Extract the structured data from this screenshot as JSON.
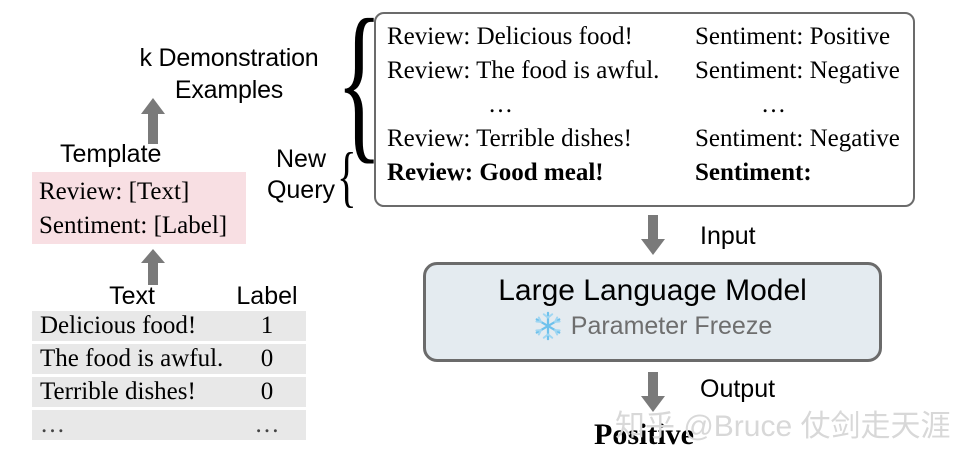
{
  "labels": {
    "demonstration": "k Demonstration Examples",
    "template": "Template",
    "new_query_line1": "New",
    "new_query_line2": "Query",
    "input": "Input",
    "output": "Output",
    "text_header": "Text",
    "label_header": "Label"
  },
  "template_box": {
    "line1": "Review: [Text]",
    "line2": "Sentiment: [Label]",
    "background_color": "#f8dfe3"
  },
  "data_table": {
    "columns": [
      "Text",
      "Label"
    ],
    "rows": [
      {
        "text": "Delicious food!",
        "label": "1"
      },
      {
        "text": "The food is awful.",
        "label": "0"
      },
      {
        "text": "Terrible dishes!",
        "label": "0"
      },
      {
        "text": "…",
        "label": "…"
      }
    ],
    "row_background": "#e8e8e8"
  },
  "prompt_box": {
    "rows": [
      {
        "review": "Review: Delicious food!",
        "sentiment": "Sentiment: Positive"
      },
      {
        "review": "Review: The food is awful.",
        "sentiment": "Sentiment: Negative"
      },
      {
        "review": "…",
        "sentiment": "…"
      },
      {
        "review": "Review: Terrible dishes!",
        "sentiment": "Sentiment: Negative"
      },
      {
        "review": "Review: Good meal!",
        "sentiment": "Sentiment:"
      }
    ],
    "border_color": "#6b6b6b"
  },
  "llm_box": {
    "title": "Large Language Model",
    "subtitle": "Parameter Freeze",
    "icon": "snowflake-icon",
    "background_color": "#e4ebf0",
    "border_color": "#6b6b6b",
    "subtitle_color": "#6e6e6e",
    "snowflake_color": "#6ec1ec"
  },
  "output": {
    "prediction": "Positive"
  },
  "watermark": {
    "text": "知乎 @Bruce 仗剑走天涯",
    "color": "#d8d8d8"
  },
  "arrows": {
    "color": "#7a7a7a"
  }
}
